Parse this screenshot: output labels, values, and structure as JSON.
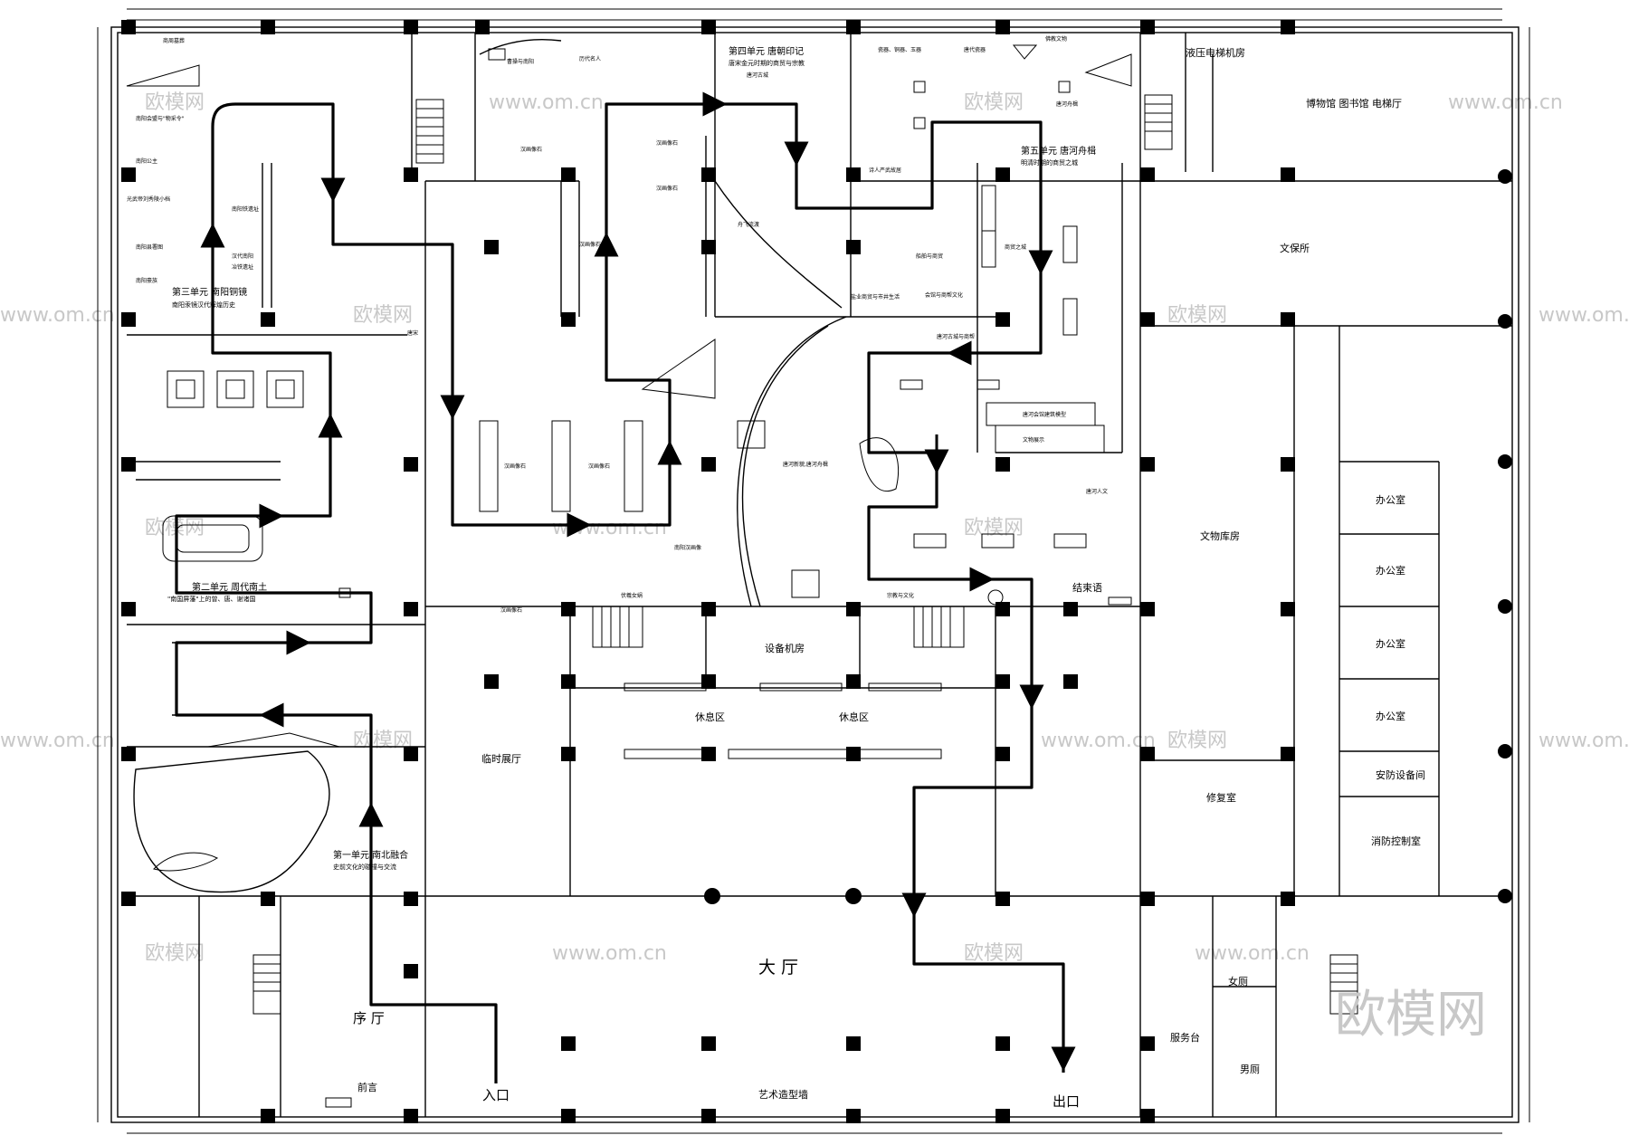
{
  "rooms": {
    "main_hall": "大 厅",
    "prelude_hall": "序 厅",
    "preface": "前言",
    "entrance": "入口",
    "exit": "出口",
    "art_wall": "艺术造型墙",
    "temp_exhibition": "临时展厅",
    "equipment_room": "设备机房",
    "rest_area_1": "休息区",
    "rest_area_2": "休息区",
    "conclusion": "结束语",
    "hydraulic_elevator": "液压电梯机房",
    "museum_library_elevator": "博物馆 图书馆 电梯厅",
    "relics_office": "文保所",
    "relics_storage": "文物库房",
    "office_1": "办公室",
    "office_2": "办公室",
    "office_3": "办公室",
    "office_4": "办公室",
    "security_room": "安防设备间",
    "fire_control": "消防控制室",
    "restoration": "修复室",
    "service_desk": "服务台",
    "female_wc": "女厕",
    "male_wc": "男厕"
  },
  "units": {
    "u1_title": "第一单元 南北融合",
    "u1_sub": "史前文化的碰撞与交流",
    "u2_title": "第二单元 周代南土",
    "u2_sub": "\"南国屏藩\"上的曾、唐、谢诸国",
    "u3_title": "第三单元 南阳铜镜",
    "u3_sub": "南阳汞镜汉代辉煌历史",
    "u4_title": "第四单元 唐朝印记",
    "u4_sub": "唐宋金元时期的商贸与宗教",
    "u5_title": "第五单元 唐河舟楫",
    "u5_sub": "明清时期的商贸之城"
  },
  "exhibits": {
    "e1": "商周墓葬",
    "e2": "南阳会盟与\"物采令\"",
    "e3": "南阳公主",
    "e4": "光武帝刘秀陵小档",
    "e5": "南阳县署图",
    "e6": "南阳豪族",
    "e7": "南阳铁遗址",
    "e8": "汉代南阳",
    "e9": "冶铁遗址",
    "e10": "唐宋",
    "e11": "汉画像石",
    "e12": "汉画像石",
    "e13": "汉画像石",
    "e14": "汉画像石",
    "e15": "汉画像石",
    "e16": "汉画像石",
    "e17": "汉画像石",
    "e18": "南阳汉画像",
    "e19": "伏羲女娲",
    "e20": "曹操与南阳",
    "e21": "历代名人",
    "e22": "舟飞流渡",
    "e23": "唐河古城",
    "e24": "瓷器、铜器、玉器",
    "e25": "唐代瓷器",
    "e26": "佛教文物",
    "e27": "唐河舟楫",
    "e28": "诗人严武故居",
    "e29": "商贸之城",
    "e30": "船舶与商贸",
    "e31": "盐业商贸与市井生活",
    "e32": "会馆与商帮文化",
    "e33": "唐河古城与商帮",
    "e34": "唐河会馆建筑模型",
    "e35": "文物展示",
    "e36": "唐河人文",
    "e37": "宗教与文化",
    "e38": "唐河新貌,唐河舟楫"
  },
  "watermarks": {
    "brand": "欧模网",
    "url": "www.om.cn",
    "big": "欧模网"
  },
  "colors": {
    "line": "#000000",
    "watermark": "#c8c8c8"
  }
}
